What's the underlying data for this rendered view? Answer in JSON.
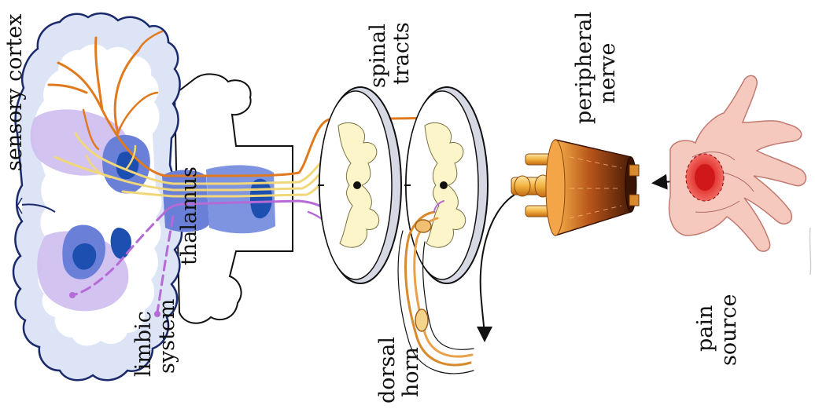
{
  "labels": {
    "sensory_cortex": "sensory cortex",
    "thalamus": "thalamus",
    "limbic_line1": "limbic",
    "limbic_line2": "system",
    "spinal_line1": "spinal",
    "spinal_line2": "tracts",
    "dorsal_line1": "dorsal",
    "dorsal_line2": "horn",
    "peripheral_line1": "peripheral",
    "peripheral_line2": "nerve",
    "pain_line1": "pain",
    "pain_line2": "source"
  },
  "colors": {
    "cortex_outline": "#1b2a6b",
    "cortex_fill": "#dde6f7",
    "deep_lilac": "#c9b8ee",
    "thalamus_blue": "#6a80d8",
    "dark_blue": "#1d4fb0",
    "ascending_orange": "#e07a1e",
    "yellow_tract": "#f0d77a",
    "limbic_purple": "#b56ad6",
    "grey_matter": "#fbf5c9",
    "nerve_brown": "#6b2f10",
    "hand_skin": "#f6c9bf",
    "pain_red": "#d0181a"
  },
  "icons": [
    "brain-section-icon",
    "spinal-cord-section-icon",
    "peripheral-nerve-icon",
    "hand-icon",
    "pain-spot-icon"
  ]
}
